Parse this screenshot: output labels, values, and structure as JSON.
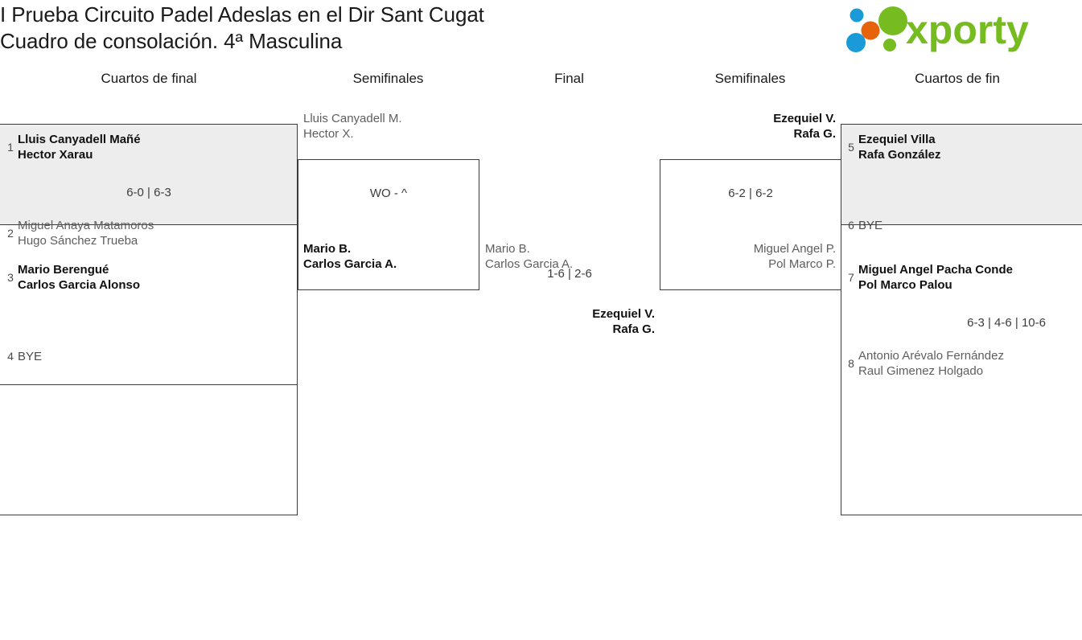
{
  "header": {
    "title_line1": "I Prueba Circuito Padel Adeslas en el Dir Sant Cugat",
    "title_line2": "Cuadro de consolación. 4ª Masculina",
    "logo_text": "xporty",
    "logo_colors": {
      "green": "#76bc21",
      "orange": "#e8620c",
      "blue": "#1a9ad7"
    }
  },
  "rounds": [
    {
      "label": "Cuartos de final",
      "side": "left"
    },
    {
      "label": "Semifinales",
      "side": "left"
    },
    {
      "label": "Final",
      "side": "center"
    },
    {
      "label": "Semifinales",
      "side": "right"
    },
    {
      "label": "Cuartos de fin",
      "side": "right"
    }
  ],
  "bracket": {
    "left_quarterfinals": [
      {
        "score": "6-0 | 6-3",
        "teams": [
          {
            "seed": "1",
            "player1": "Lluis Canyadell Mañé",
            "player2": "Hector Xarau",
            "result": "winner"
          },
          {
            "seed": "2",
            "player1": "Miguel Anaya Matamoros",
            "player2": "Hugo Sánchez Trueba",
            "result": "loser"
          }
        ]
      },
      {
        "score": "",
        "teams": [
          {
            "seed": "3",
            "player1": "Mario Berengué",
            "player2": "Carlos Garcia Alonso",
            "result": "winner"
          },
          {
            "seed": "4",
            "player1": "BYE",
            "player2": "",
            "result": "bye"
          }
        ]
      }
    ],
    "left_semifinal": {
      "score": "WO - ^",
      "teams": [
        {
          "player1": "Lluis Canyadell M.",
          "player2": "Hector X.",
          "result": "loser"
        },
        {
          "player1": "Mario B.",
          "player2": "Carlos Garcia A.",
          "result": "winner"
        }
      ]
    },
    "final": {
      "score": "1-6 | 2-6",
      "teams": [
        {
          "player1": "Mario B.",
          "player2": "Carlos Garcia A.",
          "result": "loser"
        },
        {
          "player1": "Ezequiel V.",
          "player2": "Rafa G.",
          "result": "winner"
        }
      ]
    },
    "right_semifinal": {
      "score": "6-2 | 6-2",
      "teams": [
        {
          "player1": "Ezequiel V.",
          "player2": "Rafa G.",
          "result": "winner"
        },
        {
          "player1": "Miguel Angel P.",
          "player2": "Pol Marco P.",
          "result": "loser"
        }
      ]
    },
    "right_quarterfinals": [
      {
        "score": "",
        "teams": [
          {
            "seed": "5",
            "player1": "Ezequiel Villa",
            "player2": "Rafa González",
            "result": "winner"
          },
          {
            "seed": "6",
            "player1": "BYE",
            "player2": "",
            "result": "bye"
          }
        ]
      },
      {
        "score": "6-3 | 4-6 | 10-6",
        "teams": [
          {
            "seed": "7",
            "player1": "Miguel Angel Pacha Conde",
            "player2": "Pol Marco Palou",
            "result": "winner"
          },
          {
            "seed": "8",
            "player1": "Antonio Arévalo Fernández",
            "player2": "Raul Gimenez Holgado",
            "result": "loser"
          }
        ]
      }
    ]
  }
}
